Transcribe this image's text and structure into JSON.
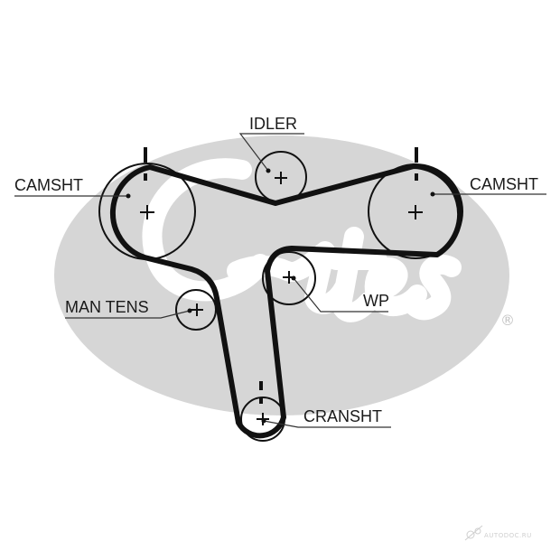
{
  "labels": {
    "camshaft_left": "CAMSHT",
    "camshaft_right": "CAMSHT",
    "idler": "IDLER",
    "manual_tensioner": "MAN TENS",
    "water_pump": "WP",
    "crankshaft": "CRANSHT"
  },
  "logo": {
    "text": "Gates",
    "registered_mark": "®"
  },
  "watermark": {
    "text": "AUTODOC.RU"
  },
  "colors": {
    "belt": "#111111",
    "logo": "#d6d6d6",
    "label": "#1a1a1a",
    "leader_line": "#333333"
  }
}
